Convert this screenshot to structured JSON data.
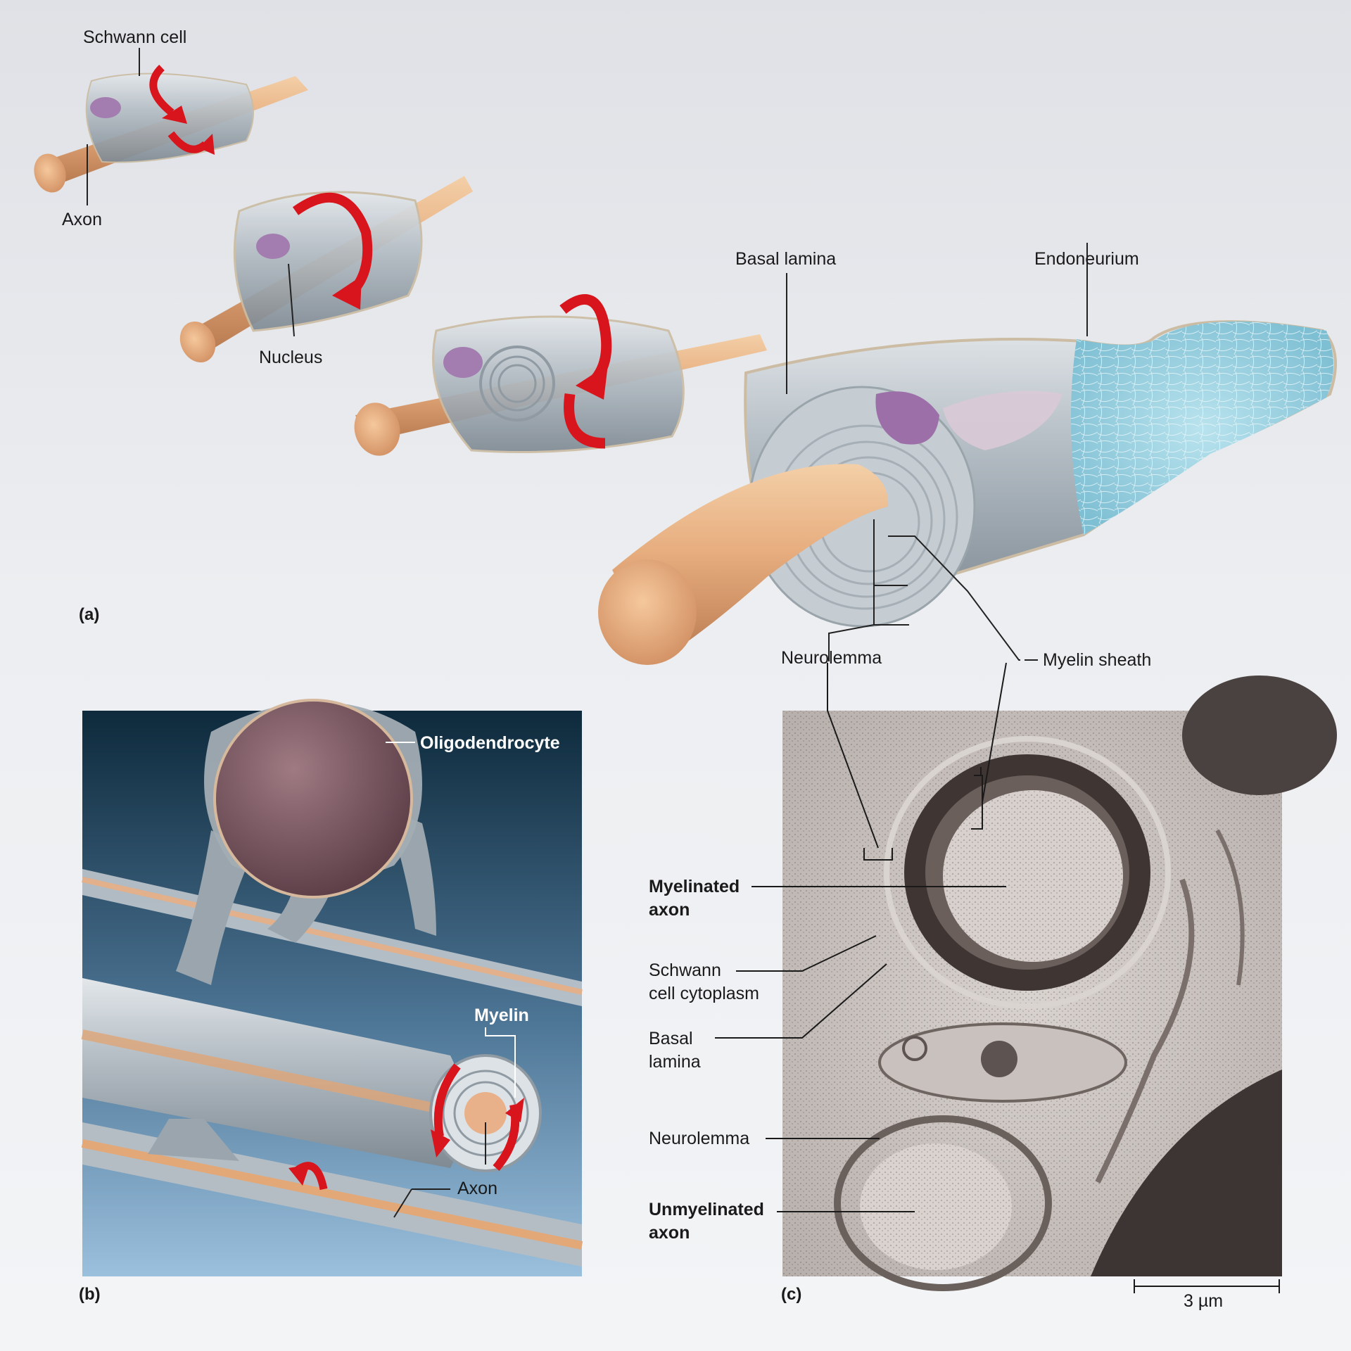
{
  "panel_a": {
    "tag": "(a)",
    "labels": {
      "schwann_cell": "Schwann cell",
      "axon": "Axon",
      "nucleus": "Nucleus",
      "basal_lamina": "Basal lamina",
      "endoneurium": "Endoneurium",
      "neurolemma": "Neurolemma",
      "myelin_sheath": "Myelin sheath"
    }
  },
  "panel_b": {
    "tag": "(b)",
    "labels": {
      "oligodendrocyte": "Oligodendrocyte",
      "myelin": "Myelin",
      "axon": "Axon"
    }
  },
  "panel_c": {
    "tag": "(c)",
    "labels": {
      "myelinated_axon_1": "Myelinated",
      "myelinated_axon_2": "axon",
      "schwann_cytoplasm_1": "Schwann",
      "schwann_cytoplasm_2": "cell cytoplasm",
      "basal_lamina_1": "Basal",
      "basal_lamina_2": "lamina",
      "neurolemma": "Neurolemma",
      "unmyelinated_axon_1": "Unmyelinated",
      "unmyelinated_axon_2": "axon"
    },
    "scale_bar": "3 µm"
  },
  "colors": {
    "axon": "#e9b488",
    "myelin": "#b9c2c8",
    "nucleus": "#9c6fa8",
    "arrow": "#d8141c",
    "endoneurium": "#9fd3e0",
    "panel_b_bg_top": "#0e2a3c",
    "panel_b_bg_bottom": "#8fb6d6"
  }
}
